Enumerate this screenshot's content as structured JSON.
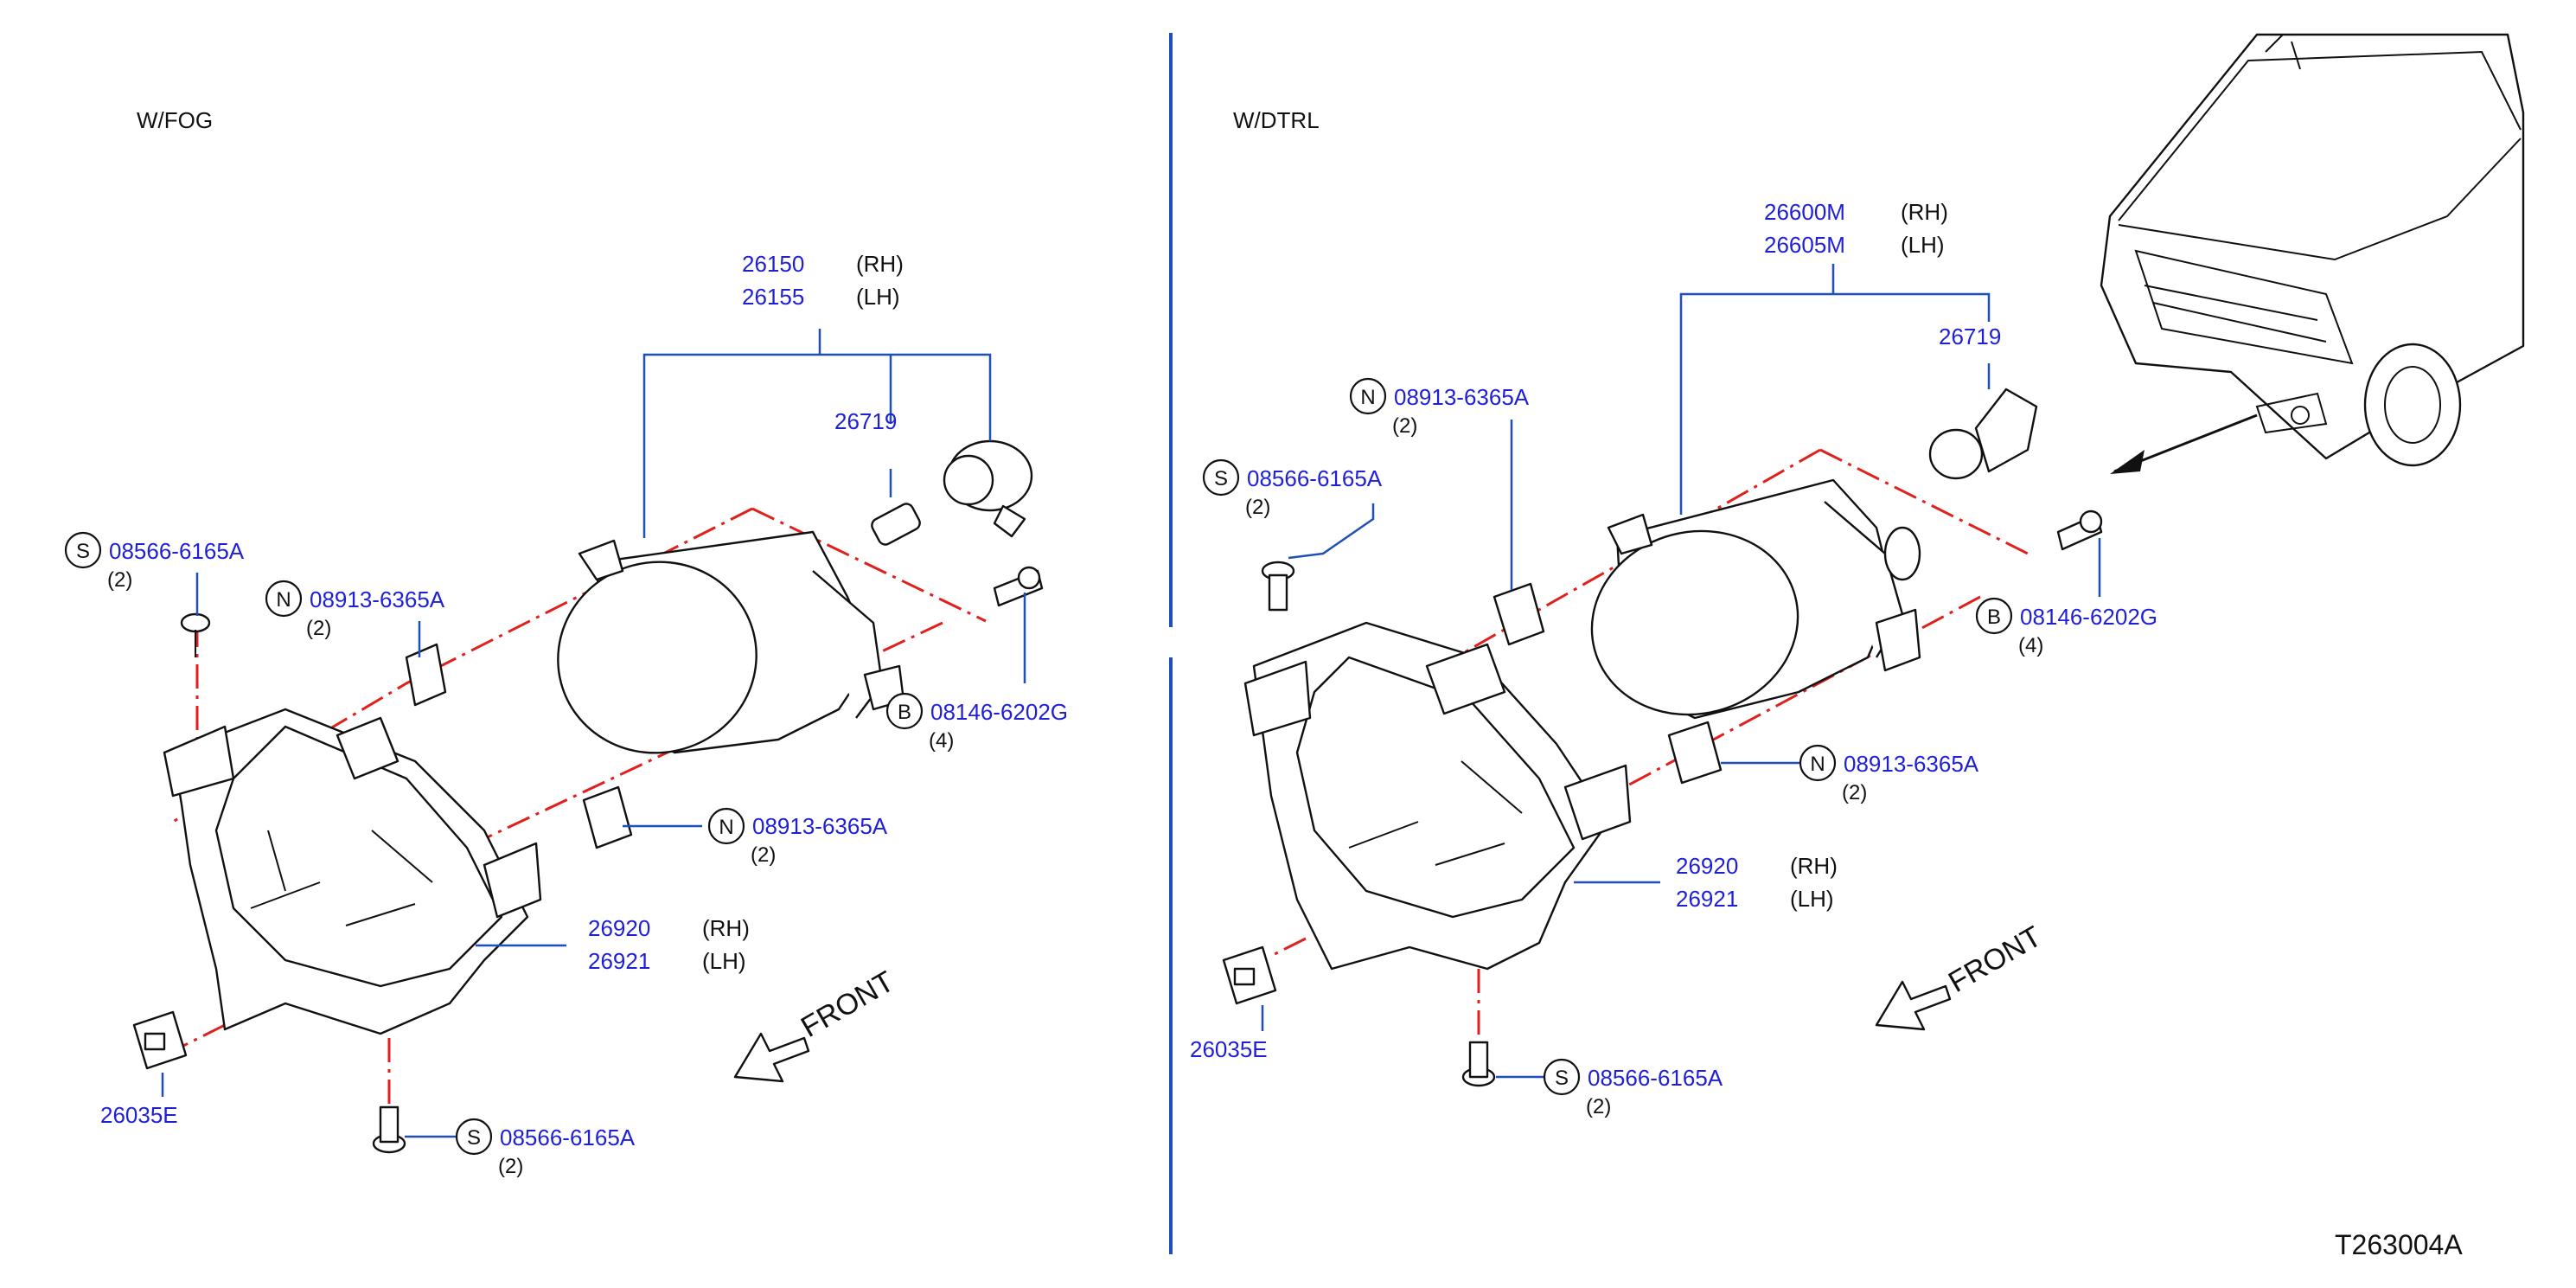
{
  "sections": {
    "left": "W/FOG",
    "right": "W/DTRL"
  },
  "drawing_code": "T263004A",
  "front_label": "FRONT",
  "symbols": {
    "s": "S",
    "n": "N",
    "b": "B"
  },
  "labels": {
    "left": {
      "lamp_rh_pn": "26150",
      "lamp_rh_side": "(RH)",
      "lamp_lh_pn": "26155",
      "lamp_lh_side": "(LH)",
      "bulb_pn": "26719",
      "screw_top_pn": "08566-6165A",
      "screw_top_qty": "(2)",
      "nut_top_pn": "08913-6365A",
      "nut_top_qty": "(2)",
      "bolt_pn": "08146-6202G",
      "bolt_qty": "(4)",
      "nut_mid_pn": "08913-6365A",
      "nut_mid_qty": "(2)",
      "bracket_rh_pn": "26920",
      "bracket_rh_side": "(RH)",
      "bracket_lh_pn": "26921",
      "bracket_lh_side": "(LH)",
      "clip_pn": "26035E",
      "screw_bot_pn": "08566-6165A",
      "screw_bot_qty": "(2)"
    },
    "right": {
      "lamp_rh_pn": "26600M",
      "lamp_rh_side": "(RH)",
      "lamp_lh_pn": "26605M",
      "lamp_lh_side": "(LH)",
      "bulb_pn": "26719",
      "nut_top_pn": "08913-6365A",
      "nut_top_qty": "(2)",
      "screw_top_pn": "08566-6165A",
      "screw_top_qty": "(2)",
      "bolt_pn": "08146-6202G",
      "bolt_qty": "(4)",
      "nut_mid_pn": "08913-6365A",
      "nut_mid_qty": "(2)",
      "bracket_rh_pn": "26920",
      "bracket_rh_side": "(RH)",
      "bracket_lh_pn": "26921",
      "bracket_lh_side": "(LH)",
      "clip_pn": "26035E",
      "screw_bot_pn": "08566-6165A",
      "screw_bot_qty": "(2)"
    }
  }
}
